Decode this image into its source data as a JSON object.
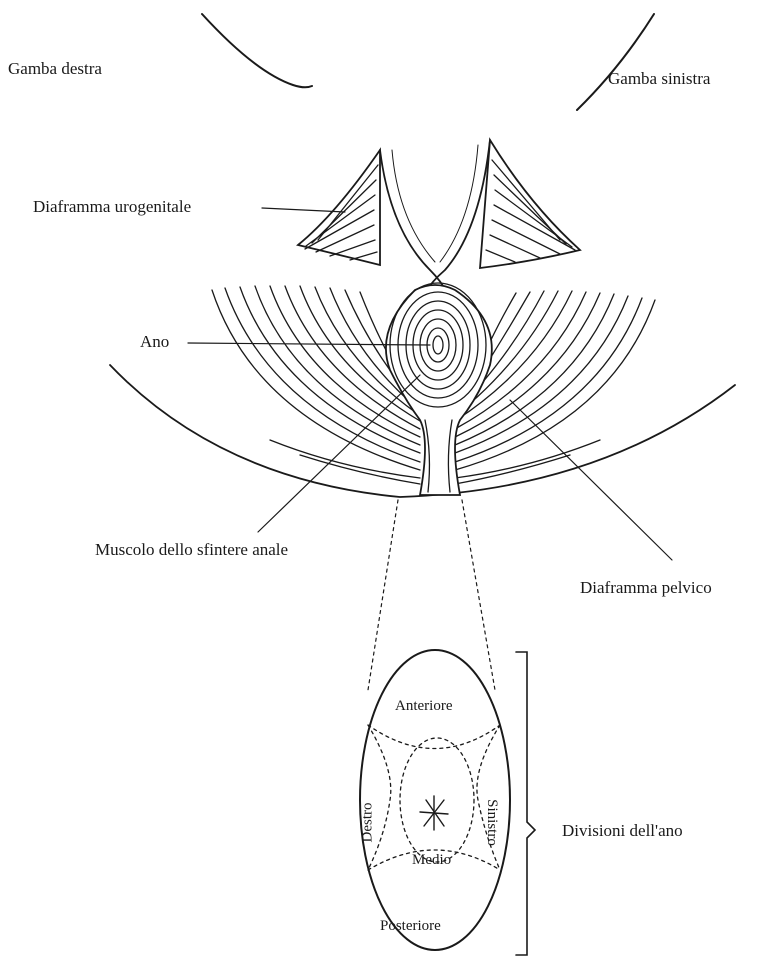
{
  "labels": {
    "right_leg": "Gamba destra",
    "left_leg": "Gamba sinistra",
    "urogenital_diaphragm": "Diaframma urogenitale",
    "anus": "Ano",
    "anal_sphincter": "Muscolo dello sfintere anale",
    "pelvic_diaphragm": "Diaframma pelvico",
    "anus_divisions": "Divisioni dell'ano"
  },
  "divisions": {
    "anterior": "Anteriore",
    "right": "Destro",
    "middle": "Medio",
    "left": "Sinistro",
    "posterior": "Posteriore"
  },
  "colors": {
    "ink": "#1a1a1a",
    "background": "#ffffff"
  }
}
